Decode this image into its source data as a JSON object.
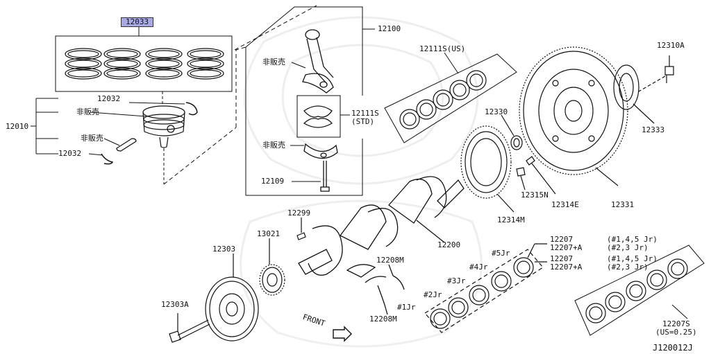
{
  "parts": {
    "p12033": "12033",
    "p12032_top": "12032",
    "p12032_bottom": "12032",
    "p12010": "12010",
    "not_for_sale_piston": "非販売",
    "not_for_sale_pin": "非販売",
    "not_for_sale_rod": "非販売",
    "not_for_sale_cap": "非販売",
    "p12100": "12100",
    "p12111s_std_1": "12111S",
    "p12111s_std_2": "(STD)",
    "p12109": "12109",
    "p12111s_us": "12111S(US)",
    "p12330": "12330",
    "p12310a": "12310A",
    "p12333": "12333",
    "p12315n": "12315N",
    "p12314e": "12314E",
    "p12331": "12331",
    "p12314m": "12314M",
    "p12299": "12299",
    "p13021": "13021",
    "p12200": "12200",
    "p12303": "12303",
    "p12303a": "12303A",
    "p12208m_top": "12208M",
    "p12208m_bottom": "12208M",
    "p12207_a": "12207",
    "p12207_a_note": "(#1,4,5 Jr)",
    "p12207a_a": "12207+A",
    "p12207a_a_note": "(#2,3 Jr)",
    "p12207_b": "12207",
    "p12207_b_note": "(#1,4,5 Jr)",
    "p12207a_b": "12207+A",
    "p12207a_b_note": "(#2,3 Jr)",
    "jr5": "#5Jr",
    "jr4": "#4Jr",
    "jr3": "#3Jr",
    "jr2": "#2Jr",
    "jr1": "#1Jr",
    "p12207s_1": "12207S",
    "p12207s_2": "(US=0.25)",
    "front": "FRONT",
    "diagram_code": "J120012J"
  },
  "colors": {
    "highlight": "#a9a9e6",
    "line": "#111111"
  }
}
